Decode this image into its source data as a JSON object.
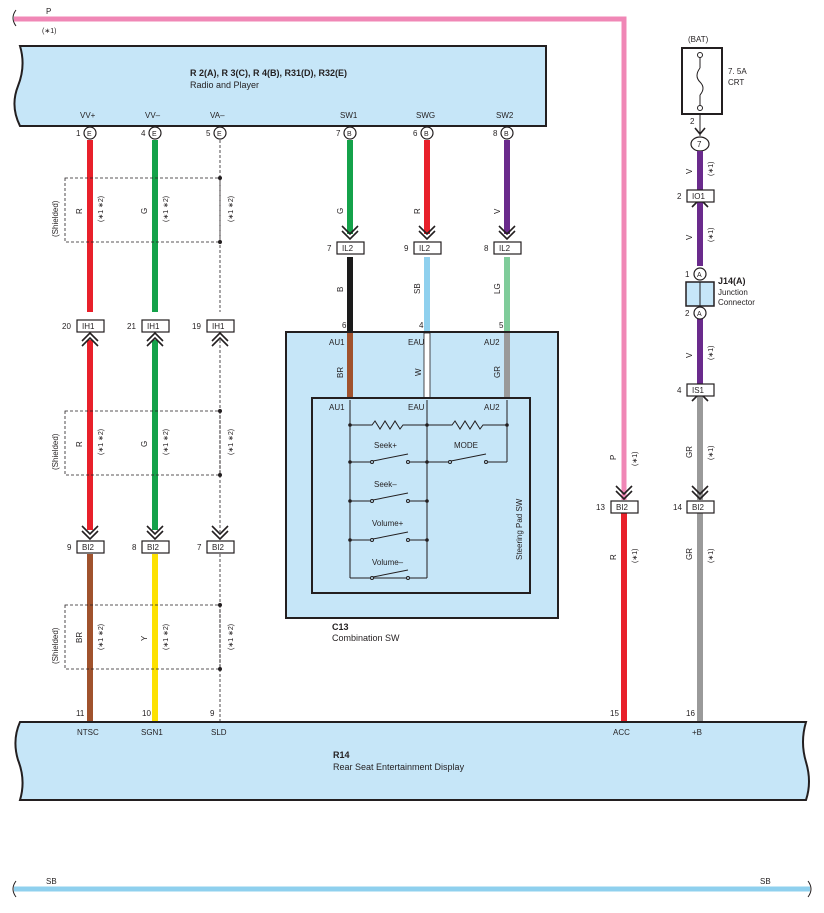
{
  "wires_top": {
    "color_code": "P",
    "note": "(∗1)"
  },
  "wires_bottom": {
    "left_code": "SB",
    "right_code": "SB"
  },
  "radio": {
    "title": "R 2(A), R 3(C), R 4(B), R31(D), R32(E)",
    "subtitle": "Radio and Player",
    "pins": [
      {
        "num": "1",
        "conn": "E",
        "label": "VV+"
      },
      {
        "num": "4",
        "conn": "E",
        "label": "VV–"
      },
      {
        "num": "5",
        "conn": "E",
        "label": "VA–"
      },
      {
        "num": "7",
        "conn": "B",
        "label": "SW1"
      },
      {
        "num": "6",
        "conn": "B",
        "label": "SWG"
      },
      {
        "num": "8",
        "conn": "B",
        "label": "SW2"
      }
    ]
  },
  "battery": {
    "label": "(BAT)",
    "fuse_rating": "7. 5A",
    "fuse_name": "CRT",
    "pin": "2",
    "conn_pin": "7"
  },
  "junction": {
    "code": "J14(A)",
    "name_line1": "Junction",
    "name_line2": "Connector",
    "conn": "A",
    "pin_top": "1",
    "pin_bottom": "2"
  },
  "connectors": {
    "ih1": "IH1",
    "bi2": "BI2",
    "il2": "IL2",
    "io1": "IO1",
    "is1": "IS1",
    "ih1_pins": [
      "20",
      "21",
      "19"
    ],
    "bi2_pins": [
      "9",
      "8",
      "7"
    ],
    "il2_pins": [
      "7",
      "9",
      "8"
    ],
    "io1_pin": "2",
    "is1_pin": "4",
    "acc_bi2_pin": "13",
    "b_bi2_pin": "14"
  },
  "wire_colors": {
    "vvp_upper": "R",
    "vvp_lower": "BR",
    "vvm_upper": "G",
    "vvm_lower": "Y",
    "sw1_upper": "G",
    "sw1_lower": "B",
    "sw1_inner": "BR",
    "swg_upper": "R",
    "swg_lower": "SB",
    "swg_inner": "W",
    "sw2_upper": "V",
    "sw2_lower": "LG",
    "sw2_inner": "GR",
    "acc_upper": "P",
    "acc_lower": "R",
    "b_v1": "V",
    "b_v2": "V",
    "b_v3": "V",
    "b_gr1": "GR",
    "b_gr2": "GR"
  },
  "notes": {
    "shielded": "(Shielded)",
    "n12": "(∗1 ∗2)",
    "n1": "(∗1)"
  },
  "combination_sw": {
    "code": "C13",
    "name": "Combination SW",
    "pins": [
      {
        "num": "6",
        "label": "AU1"
      },
      {
        "num": "4",
        "label": "EAU"
      },
      {
        "num": "5",
        "label": "AU2"
      }
    ],
    "inner_labels": [
      "AU1",
      "EAU",
      "AU2"
    ],
    "pad_name": "Steering Pad SW",
    "switches": [
      "Seek+",
      "MODE",
      "Seek–",
      "Volume+",
      "Volume–"
    ]
  },
  "display": {
    "code": "R14",
    "name": "Rear Seat Entertainment Display",
    "pins": [
      {
        "num": "11",
        "label": "NTSC"
      },
      {
        "num": "10",
        "label": "SGN1"
      },
      {
        "num": "9",
        "label": "SLD"
      },
      {
        "num": "15",
        "label": "ACC"
      },
      {
        "num": "16",
        "label": "+B"
      }
    ]
  },
  "colors": {
    "pink": "#f087b6",
    "red": "#e8202a",
    "green": "#14a24a",
    "purple": "#6a2a8c",
    "brown": "#a0522d",
    "yellow": "#fde100",
    "black": "#1a1a1a",
    "skyblue": "#8fd0ee",
    "lightgreen": "#7fcc9a",
    "gray": "#9a9a9a",
    "white": "#ffffff",
    "box": "#c6e6f8"
  }
}
